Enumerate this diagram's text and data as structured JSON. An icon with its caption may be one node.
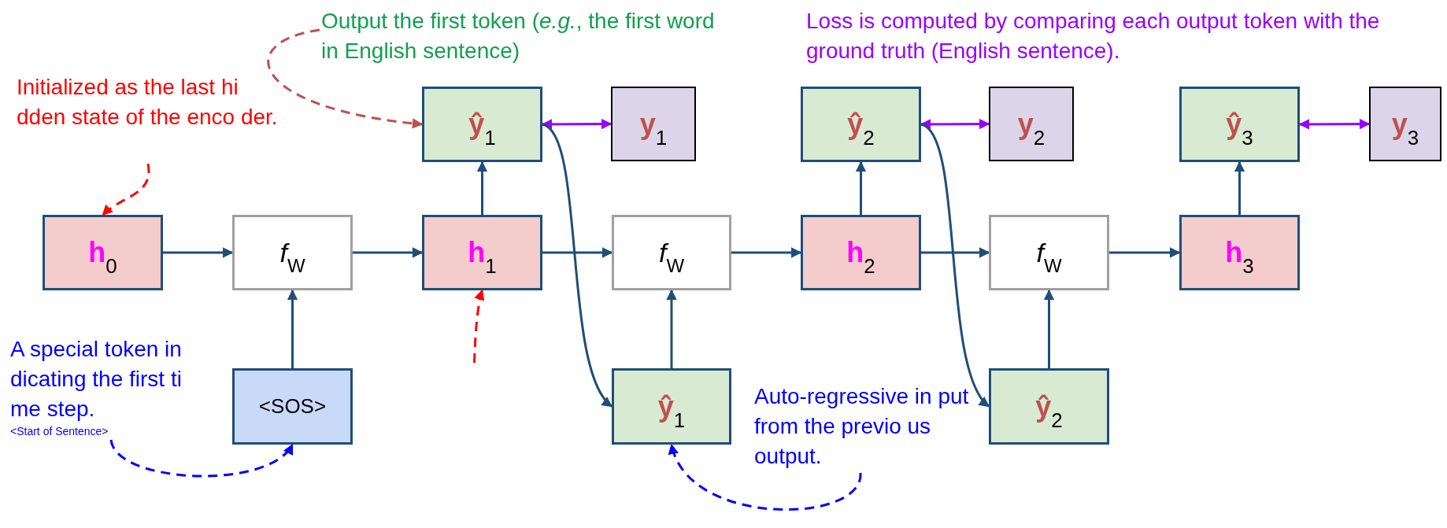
{
  "diagram": {
    "nodes": [
      {
        "text": [
          "Initialized as the last hi dden state of the enco der."
        ]
      },
      {
        "text": [
          "Output the first token (*e.g.*, the first word in English sentence)"
        ]
      },
      {
        "text": [
          "Loss is computed by comparing each output token with the ground truth (English sentence)."
        ]
      },
      {
        "text": [
          "**ŷ**$_{1}$"
        ]
      },
      {
        "text": [
          "**y**$_{1}$"
        ]
      },
      {
        "text": [
          "**ŷ**$_{2}$"
        ]
      },
      {
        "text": [
          "**y**$_{2}$"
        ]
      },
      {
        "text": [
          "**ŷ**$_{3}$"
        ]
      },
      {
        "text": [
          "**y**$_{3}$"
        ]
      },
      {
        "text": [
          "**h**$_{0}$"
        ]
      },
      {
        "text": [
          "*f*$_{W}$"
        ]
      },
      {
        "text": [
          "**h**$_{1}$"
        ]
      },
      {
        "text": [
          "*f*$_{W}$"
        ]
      },
      {
        "text": [
          "**h**$_{2}$"
        ]
      },
      {
        "text": [
          "*f*$_{W}$"
        ]
      },
      {
        "text": [
          "**h**$_{3}$"
        ]
      },
      {
        "text": [
          "A special token in dicating the first ti me step.",
          "<Start of Sentence>"
        ]
      },
      {
        "text": [
          "<SOS>"
        ]
      },
      {
        "text": [
          "**ŷ**$_{1}$"
        ]
      },
      {
        "text": [
          "Auto-regressive in put from the previo us output."
        ]
      },
      {
        "text": [
          "**ŷ**$_{2}$"
        ]
      }
    ],
    "edges": [
      {
        "from": 0,
        "to": 9,
        "arrow": "to",
        "style": "dashed",
        "color": "#ff0000"
      },
      {
        "from": 1,
        "to": 3,
        "arrow": "to",
        "style": "dashed",
        "color": "#c0504d"
      },
      {
        "from": 3,
        "to": 4,
        "arrow": "both",
        "color": "#9900ff"
      },
      {
        "from": 5,
        "to": 6,
        "arrow": "both",
        "color": "#9900ff"
      },
      {
        "from": 7,
        "to": 8,
        "arrow": "both",
        "color": "#9900ff"
      },
      {
        "from": 9,
        "to": 10,
        "arrow": "to"
      },
      {
        "from": 10,
        "to": 11,
        "arrow": "to"
      },
      {
        "from": 11,
        "to": 12,
        "arrow": "to"
      },
      {
        "from": 12,
        "to": 13,
        "arrow": "to"
      },
      {
        "from": 13,
        "to": 14,
        "arrow": "to"
      },
      {
        "from": 14,
        "to": 15,
        "arrow": "to"
      },
      {
        "from": 11,
        "to": 3,
        "arrow": "to"
      },
      {
        "from": 13,
        "to": 5,
        "arrow": "to"
      },
      {
        "from": 15,
        "to": 7,
        "arrow": "to"
      },
      {
        "from": 17,
        "to": 10,
        "arrow": "to"
      },
      {
        "from": 18,
        "to": 12,
        "arrow": "to"
      },
      {
        "from": 20,
        "to": 14,
        "arrow": "to"
      },
      {
        "from": 3,
        "to": 18,
        "arrow": "to"
      },
      {
        "from": 5,
        "to": 20,
        "arrow": "to"
      },
      {
        "from": null,
        "to": 11,
        "arrow": "to",
        "style": "dashed",
        "color": "#ff0000"
      },
      {
        "from": 16,
        "to": 17,
        "arrow": "to",
        "style": "dashed",
        "color": "#0000ff"
      },
      {
        "from": 19,
        "to": 18,
        "arrow": "to",
        "style": "dashed",
        "color": "#0000ff"
      }
    ]
  }
}
